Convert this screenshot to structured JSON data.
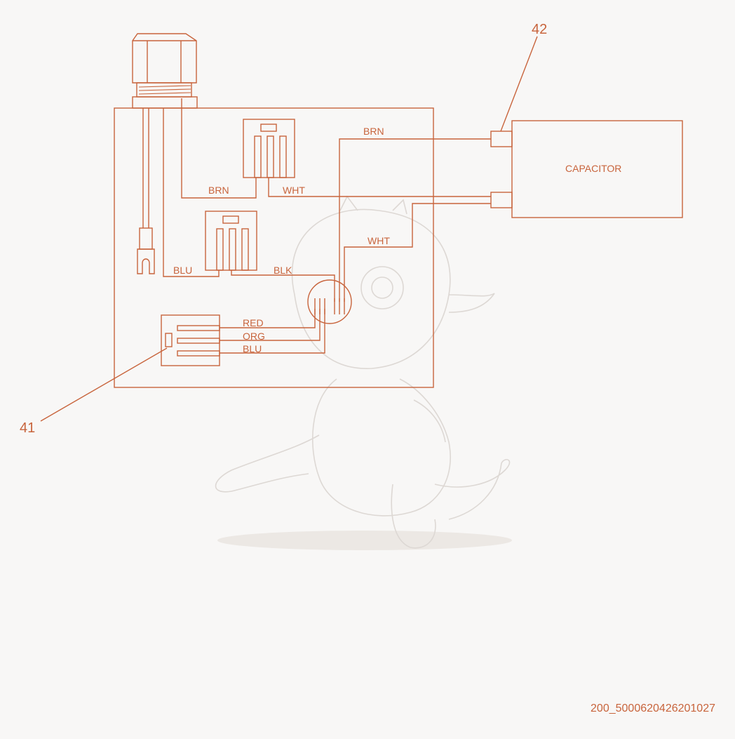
{
  "diagram": {
    "components": {
      "capacitor": "CAPACITOR"
    },
    "wires": {
      "brn_top": "BRN",
      "brn_left": "BRN",
      "wht_mid": "WHT",
      "wht_right": "WHT",
      "blu_left": "BLU",
      "blk": "BLK",
      "red": "RED",
      "org": "ORG",
      "blu_bottom": "BLU"
    },
    "callouts": {
      "c41": "41",
      "c42": "42"
    },
    "document_code": "200_5000620426201027"
  },
  "colors": {
    "line": "#c8643c",
    "background": "#f8f7f6",
    "watermark": "#ddd8d4"
  }
}
